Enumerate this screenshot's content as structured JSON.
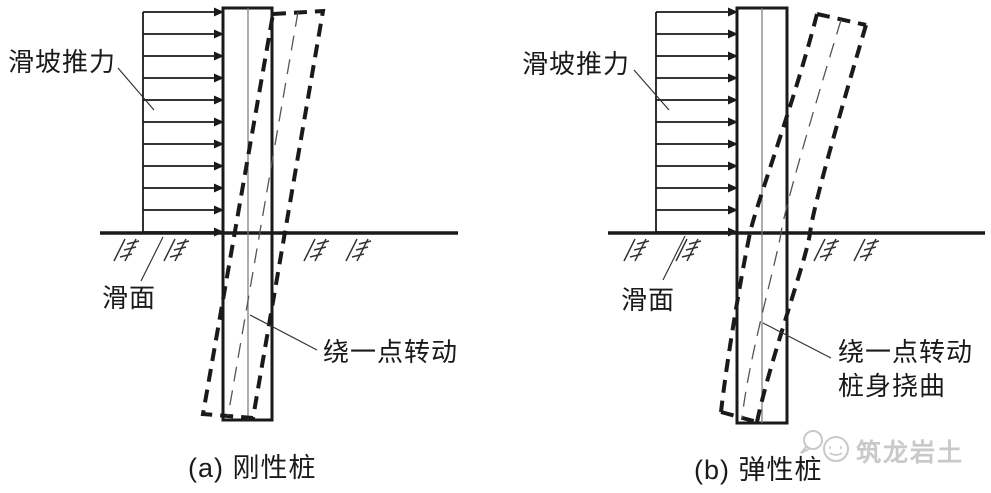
{
  "figure": {
    "panels": [
      {
        "id": "a",
        "caption": "(a) 刚性桩",
        "labels": {
          "thrust": "滑坡推力",
          "slip_surface": "滑面",
          "behavior_line1": "绕一点转动",
          "behavior_line2": ""
        }
      },
      {
        "id": "b",
        "caption": "(b) 弹性桩",
        "labels": {
          "thrust": "滑坡推力",
          "slip_surface": "滑面",
          "behavior_line1": "绕一点转动",
          "behavior_line2": "桩身挠曲"
        }
      }
    ],
    "watermark": {
      "text": "筑龙岩土",
      "color": "#c9c9c9"
    },
    "colors": {
      "line": "#1a1a1a",
      "thin_line": "#555555",
      "background": "#ffffff"
    }
  }
}
